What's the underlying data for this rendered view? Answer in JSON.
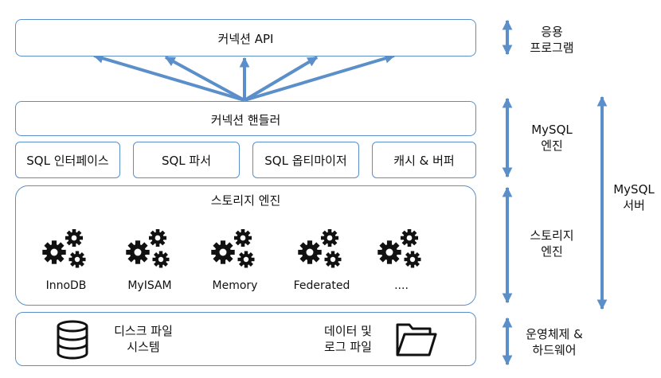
{
  "connection_api": {
    "label": "커넥션 API"
  },
  "connection_handler": {
    "label": "커넥션 핸들러"
  },
  "sql_modules": [
    {
      "label": "SQL 인터페이스"
    },
    {
      "label": "SQL 파서"
    },
    {
      "label": "SQL 옵티마이저"
    },
    {
      "label": "캐시 & 버퍼"
    }
  ],
  "storage_engine": {
    "title": "스토리지 엔진",
    "engines": [
      {
        "name": "InnoDB",
        "icon": "gears-icon"
      },
      {
        "name": "MyISAM",
        "icon": "gears-icon"
      },
      {
        "name": "Memory",
        "icon": "gears-icon"
      },
      {
        "name": "Federated",
        "icon": "gears-icon"
      },
      {
        "name": "....",
        "icon": "gears-icon"
      }
    ]
  },
  "os_layer": {
    "disk_label": "디스크 파일\n시스템",
    "disk_icon": "database-icon",
    "log_label": "데이터 및\n로그 파일",
    "log_icon": "folder-icon"
  },
  "side_labels": {
    "app": "응용\n프로그램",
    "mysql_engine": "MySQL\n엔진",
    "storage": "스토리지\n엔진",
    "os": "운영체제 &\n하드웨어",
    "mysql_server": "MySQL\n서버"
  },
  "colors": {
    "border": "#5b8fc9",
    "arrow": "#5b8fc9",
    "icon": "#111111"
  }
}
